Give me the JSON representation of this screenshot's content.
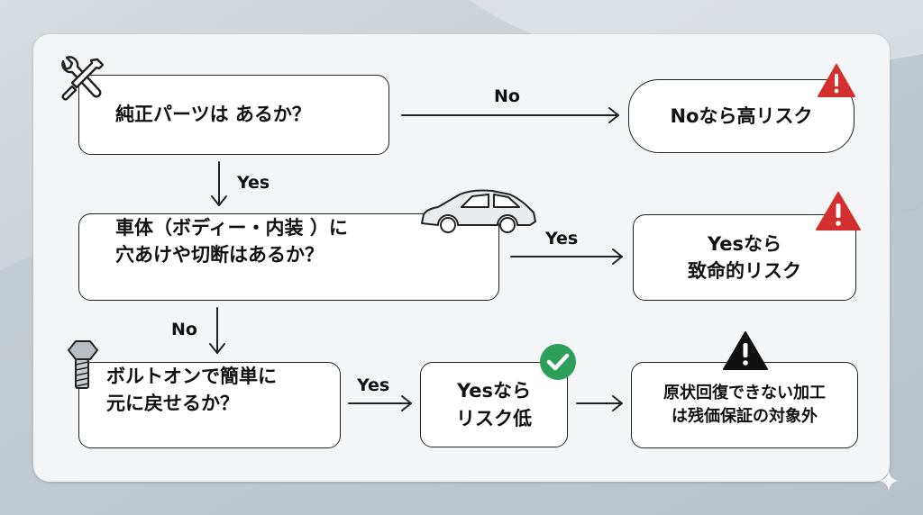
{
  "flow": {
    "q1": {
      "line1": "純正パーツは あるか？"
    },
    "q2": {
      "line1": "車体（ボディー・内装 ）に",
      "line2": "穴あけや切断はあるか？"
    },
    "q3": {
      "line1": "ボルトオンで簡単に",
      "line2": "元に戻せるか？"
    },
    "r1": {
      "line1": "Noなら高リスク"
    },
    "r2": {
      "line1": "Yesなら",
      "line2": "致命的リスク"
    },
    "r3": {
      "line1": "Yesなら",
      "line2": "リスク低"
    },
    "r4": {
      "line1": "原状回復できない加工",
      "line2": "は残価保証の対象外"
    },
    "labels": {
      "q1_no": "No",
      "q1_yes": "Yes",
      "q2_yes": "Yes",
      "q2_no": "No",
      "q3_yes": "Yes"
    }
  },
  "icons": {
    "q1": "wrench-screwdriver-icon",
    "q2": "car-body-icon",
    "q3": "bolt-icon",
    "r1": "warning-icon",
    "r2": "warning-icon",
    "r3": "check-circle-icon",
    "r4": "warning-icon"
  },
  "colors": {
    "warning_red": "#d32f2f",
    "warning_black": "#111111",
    "check_green": "#2e9e5b",
    "line": "#222222"
  }
}
